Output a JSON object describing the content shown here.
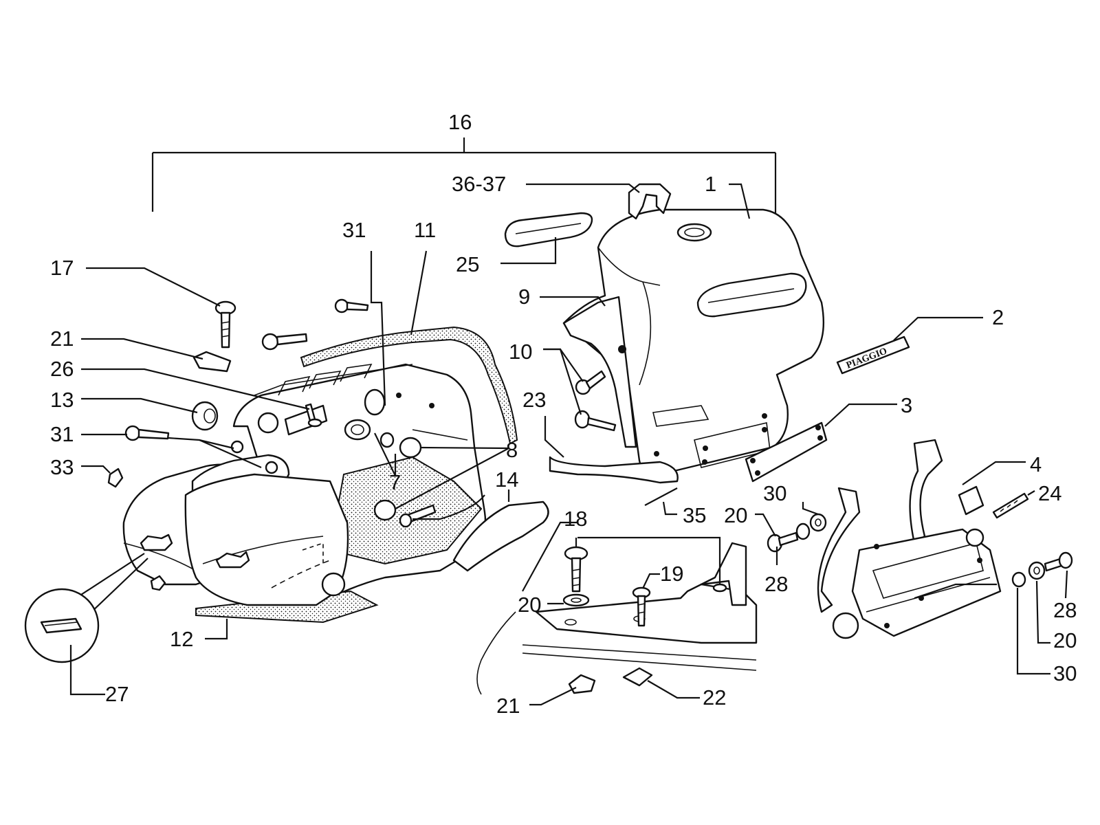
{
  "labels": {
    "l16": "16",
    "l36_37": "36-37",
    "l1": "1",
    "l31a": "31",
    "l11": "11",
    "l25": "25",
    "l17": "17",
    "l9": "9",
    "l2": "2",
    "l21a": "21",
    "l10": "10",
    "l26": "26",
    "l13": "13",
    "l23": "23",
    "l3": "3",
    "l31b": "31",
    "l8": "8",
    "l33": "33",
    "l7": "7",
    "l4": "4",
    "l14": "14",
    "l30a": "30",
    "l24": "24",
    "l35": "35",
    "l20a": "20",
    "l18": "18",
    "l28a": "28",
    "l19": "19",
    "l20b": "20",
    "l28b": "28",
    "l20c": "20",
    "l12": "12",
    "l30b": "30",
    "l27": "27",
    "l21b": "21",
    "l22": "22"
  },
  "decal_text": "PIAGGIO",
  "colors": {
    "ink": "#111111",
    "paper": "#ffffff"
  }
}
